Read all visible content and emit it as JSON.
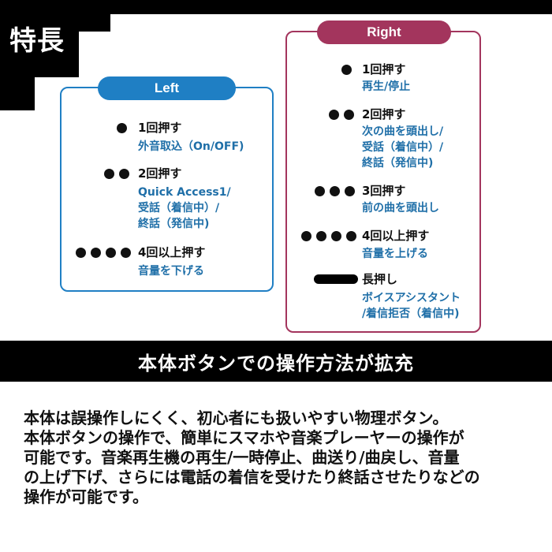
{
  "feature_title": "特長",
  "left": {
    "label": "Left",
    "items": [
      {
        "dots": 1,
        "head": "1回押す",
        "desc": "外音取込（On/OFF)"
      },
      {
        "dots": 2,
        "head": "2回押す",
        "desc": "Quick Access1/\n受話（着信中）/\n終話（発信中)"
      },
      {
        "dots": 4,
        "head": "4回以上押す",
        "desc": "音量を下げる"
      }
    ]
  },
  "right": {
    "label": "Right",
    "items": [
      {
        "dots": 1,
        "head": "1回押す",
        "desc": "再生/停止"
      },
      {
        "dots": 2,
        "head": "2回押す",
        "desc": "次の曲を頭出し/\n受話（着信中）/\n終話（発信中)"
      },
      {
        "dots": 3,
        "head": "3回押す",
        "desc": "前の曲を頭出し"
      },
      {
        "dots": 4,
        "head": "4回以上押す",
        "desc": "音量を上げる"
      },
      {
        "dots": "long",
        "head": "長押し",
        "desc": "ボイスアシスタント\n/着信拒否（着信中)"
      }
    ]
  },
  "banner": "本体ボタンでの操作方法が拡充",
  "body": "本体は誤操作しにくく、初心者にも扱いやすい物理ボタン。\n本体ボタンの操作で、簡単にスマホや音楽プレーヤーの操作が\n可能です。音楽再生機の再生/一時停止、曲送り/曲戻し、音量\nの上げ下げ、さらには電話の着信を受けたり終話させたりなどの\n操作が可能です。"
}
